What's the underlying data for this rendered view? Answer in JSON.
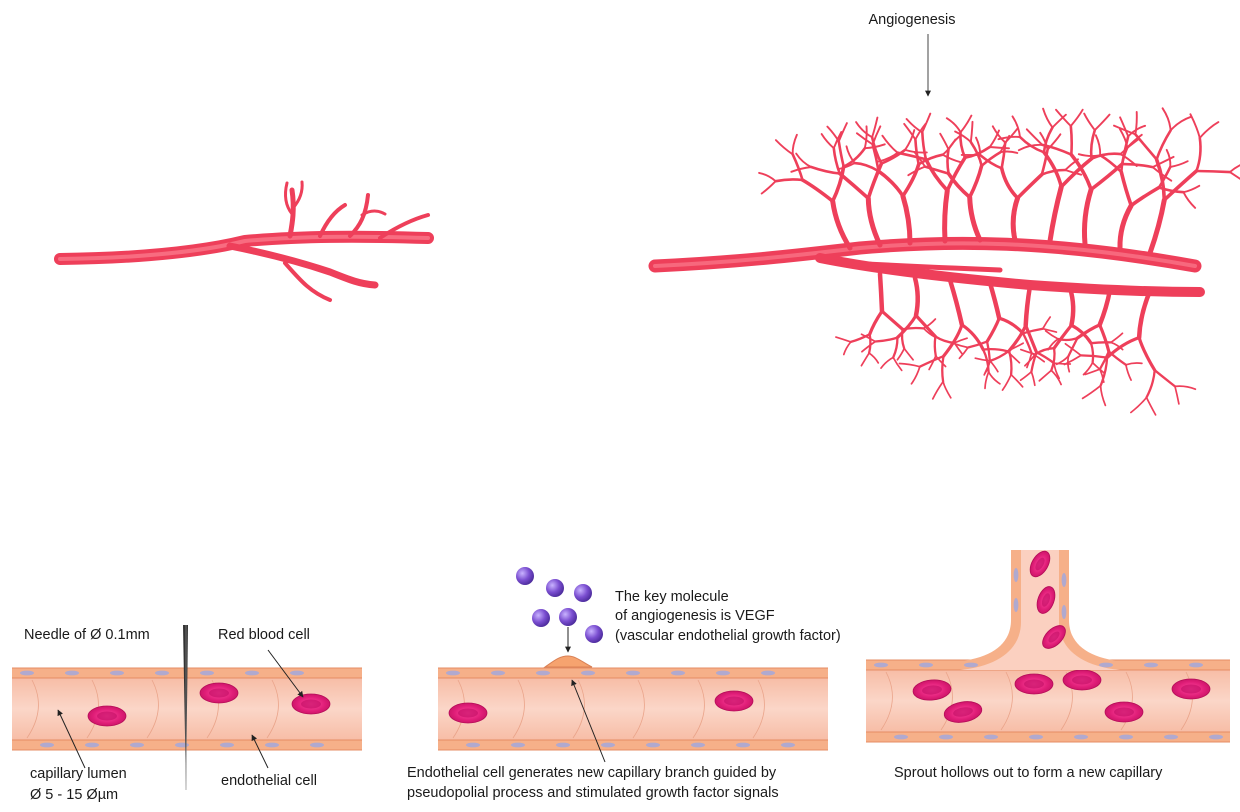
{
  "labels": {
    "angiogenesis": "Angiogenesis",
    "needle": "Needle of Ø 0.1mm",
    "red_blood_cell": "Red blood cell",
    "capillary_lumen_1": "capillary lumen",
    "capillary_lumen_2": "Ø 5 - 15 Øµm",
    "endothelial_cell": "endothelial cell",
    "vegf_1": "The key molecule",
    "vegf_2": "of angiogenesis is VEGF",
    "vegf_3": "(vascular endothelial growth factor)",
    "branch_1": "Endothelial cell generates new capillary branch guided by",
    "branch_2": "pseudopolial process and stimulated growth factor signals",
    "sprout": "Sprout hollows out to form a new capillary"
  },
  "colors": {
    "vessel_red": "#ee3f5a",
    "vessel_highlight": "#ff8a9a",
    "capillary_wall": "#f6b089",
    "capillary_lumen": "#f9c7b6",
    "endothelial_nucleus": "#b0a9cf",
    "red_blood_cell": "#e01e78",
    "vegf_molecule": "#7b4fd1"
  }
}
